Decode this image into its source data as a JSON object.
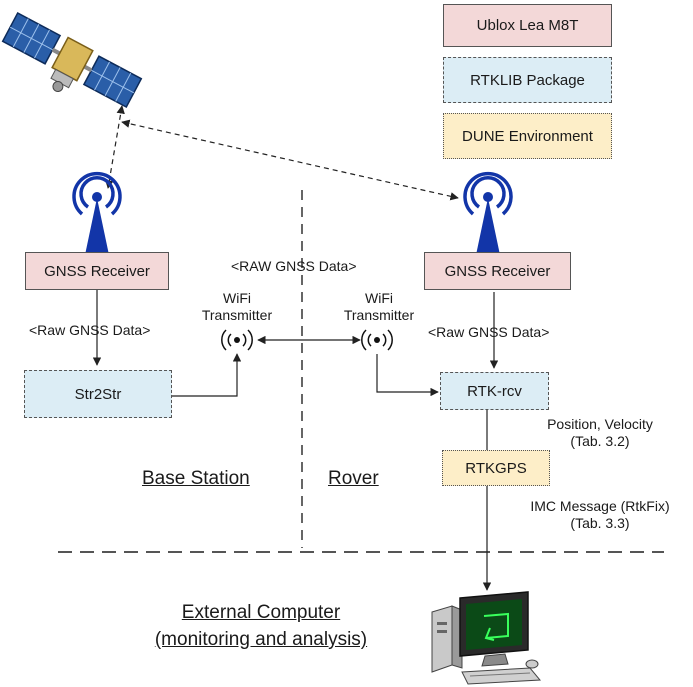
{
  "legend": {
    "ublox": "Ublox Lea M8T",
    "rtklib": "RTKLIB Package",
    "dune": "DUNE Environment"
  },
  "colors": {
    "ublox_fill": "#f3d8d8",
    "rtklib_fill": "#dcedf5",
    "dune_fill": "#fdeec8",
    "antenna": "#1235a8"
  },
  "base": {
    "receiver": "GNSS Receiver",
    "raw_label": "<Raw GNSS Data>",
    "str2str": "Str2Str",
    "wifi_line1": "WiFi",
    "wifi_line2": "Transmitter",
    "section": "Base Station"
  },
  "link": {
    "raw_label": "<RAW GNSS Data>"
  },
  "rover": {
    "receiver": "GNSS Receiver",
    "raw_label": "<Raw GNSS Data>",
    "rtkrcv": "RTK-rcv",
    "rtkgps": "RTKGPS",
    "wifi_line1": "WiFi",
    "wifi_line2": "Transmitter",
    "pos_line1": "Position, Velocity",
    "pos_line2": "(Tab. 3.2)",
    "imc_line1": "IMC Message (RtkFix)",
    "imc_line2": "(Tab. 3.3)",
    "section": "Rover"
  },
  "external": {
    "line1": "External Computer",
    "line2": "(monitoring and analysis)"
  },
  "icons": {
    "satellite": "satellite-icon",
    "antenna": "antenna-icon",
    "wifi": "wifi-icon",
    "computer": "computer-icon"
  }
}
